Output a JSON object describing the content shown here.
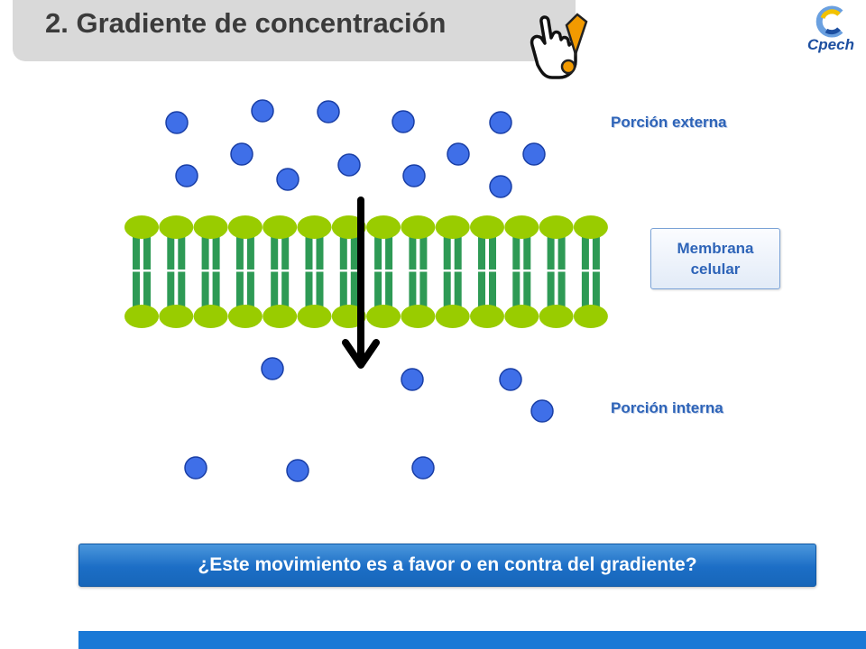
{
  "title": "2. Gradiente de concentración",
  "logo": {
    "text": "Cpech",
    "colors": [
      "#1d4fa0",
      "#6aa0e0",
      "#f2c200"
    ]
  },
  "hand_icon": "pointing-hand-exclamation-icon",
  "labels": {
    "external": "Porción externa",
    "internal": "Porción interna",
    "membrane_line1": "Membrana",
    "membrane_line2": "celular"
  },
  "question": "¿Este movimiento es a favor o en contra del gradiente?",
  "colors": {
    "molecule": "#3f6fe8",
    "lipid_head": "#99cc00",
    "lipid_tail": "#2e9a55",
    "accent": "#2e64b8",
    "bar": "#1a79d6"
  }
}
